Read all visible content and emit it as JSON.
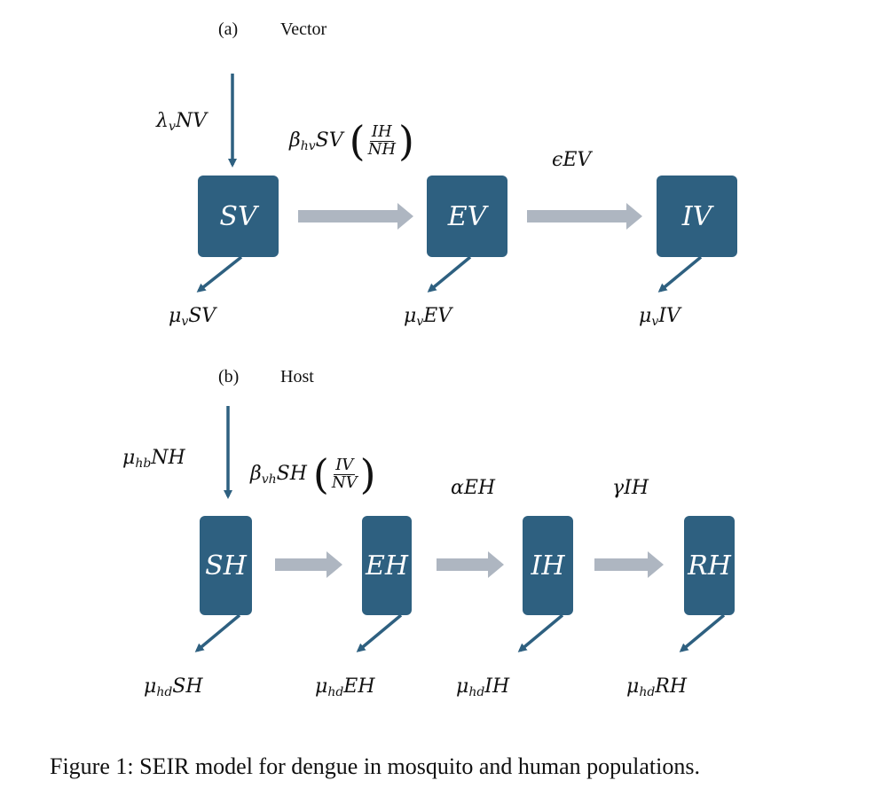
{
  "panel_a": {
    "tag": "(a)",
    "title": "Vector",
    "recruitment": {
      "base": "λ",
      "sub": "v",
      "rest": "NV"
    },
    "infection_rate": {
      "base": "β",
      "sub": "hv",
      "rest": "SV",
      "num": "IH",
      "den": "NH"
    },
    "progression_rate": "ϵEV",
    "boxes": [
      "SV",
      "EV",
      "IV"
    ],
    "deaths": [
      {
        "base": "μ",
        "sub": "v",
        "rest": "SV"
      },
      {
        "base": "μ",
        "sub": "v",
        "rest": "EV"
      },
      {
        "base": "μ",
        "sub": "v",
        "rest": "IV"
      }
    ]
  },
  "panel_b": {
    "tag": "(b)",
    "title": "Host",
    "recruitment": {
      "base": "μ",
      "sub": "hb",
      "rest": "NH"
    },
    "infection_rate": {
      "base": "β",
      "sub": "vh",
      "rest": "SH",
      "num": "IV",
      "den": "NV"
    },
    "progression_rate": "αEH",
    "recovery_rate": "γIH",
    "boxes": [
      "SH",
      "EH",
      "IH",
      "RH"
    ],
    "deaths": [
      {
        "base": "μ",
        "sub": "hd",
        "rest": "SH"
      },
      {
        "base": "μ",
        "sub": "hd",
        "rest": "EH"
      },
      {
        "base": "μ",
        "sub": "hd",
        "rest": "IH"
      },
      {
        "base": "μ",
        "sub": "hd",
        "rest": "RH"
      }
    ]
  },
  "caption": "Figure 1: SEIR model for dengue in mosquito and human populations.",
  "colors": {
    "box": "#2e6080",
    "flow_arrow": "#aeb6c1",
    "line_arrow": "#2e6080"
  }
}
